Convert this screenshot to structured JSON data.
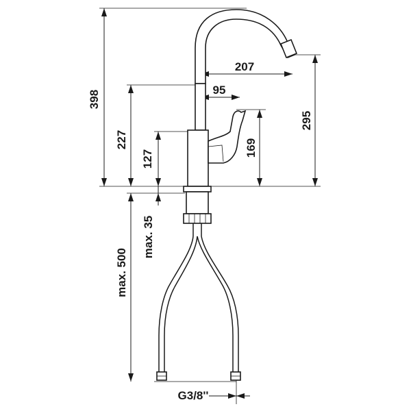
{
  "dimensions": {
    "d398": "398",
    "d227": "227",
    "d127": "127",
    "d207": "207",
    "d95": "95",
    "d169": "169",
    "d295": "295",
    "max35": "max. 35",
    "max500": "max. 500",
    "thread": "G3/8''"
  }
}
